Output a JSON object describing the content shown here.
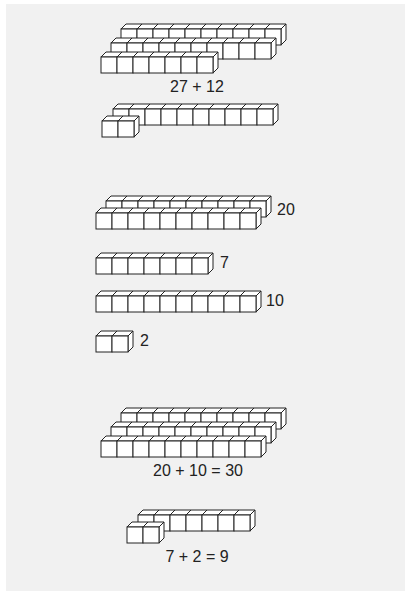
{
  "diagram": {
    "labels": [
      "27 + 12",
      "20",
      "7",
      "10",
      "2",
      "20 + 10 = 30",
      "7 + 2 = 9"
    ]
  }
}
